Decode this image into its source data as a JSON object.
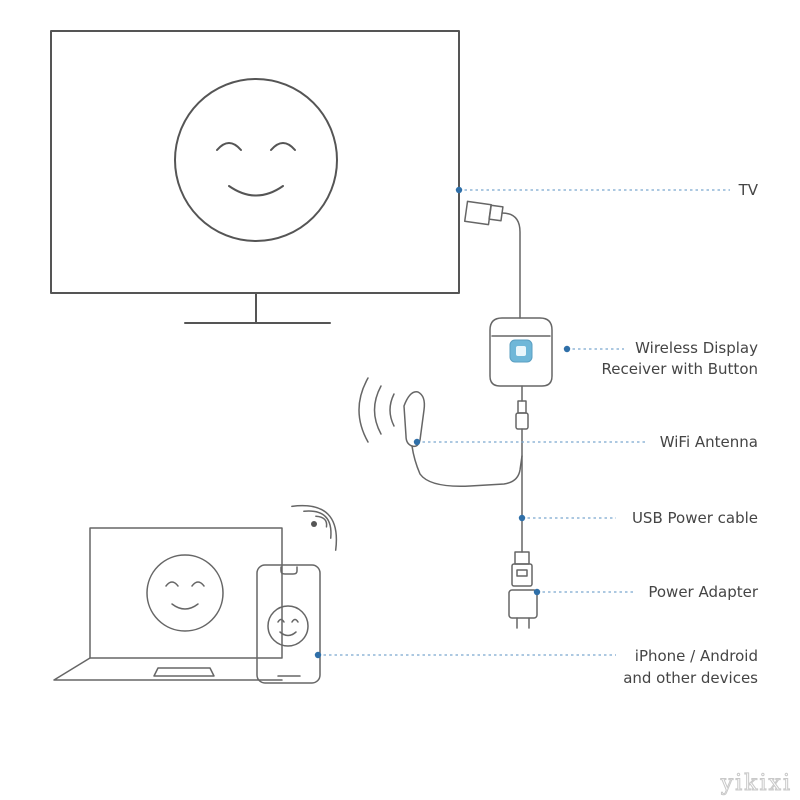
{
  "labels": {
    "tv": "TV",
    "receiver_line1": "Wireless Display",
    "receiver_line2": "Receiver with Button",
    "antenna": "WiFi Antenna",
    "usb_cable": "USB Power cable",
    "adapter": "Power Adapter",
    "devices_line1": "iPhone / Android",
    "devices_line2": "and other devices"
  },
  "watermark": "yikixi",
  "colors": {
    "line_art": "#555555",
    "leader_line": "#7aa7cf",
    "leader_dot": "#2f6fa8",
    "receiver_button": "#6fb7d8",
    "label_text": "#454545"
  },
  "icons": [
    "smiley-face-icon",
    "wifi-signal-icon",
    "hdmi-plug-icon",
    "usb-plug-icon",
    "power-adapter-icon"
  ]
}
